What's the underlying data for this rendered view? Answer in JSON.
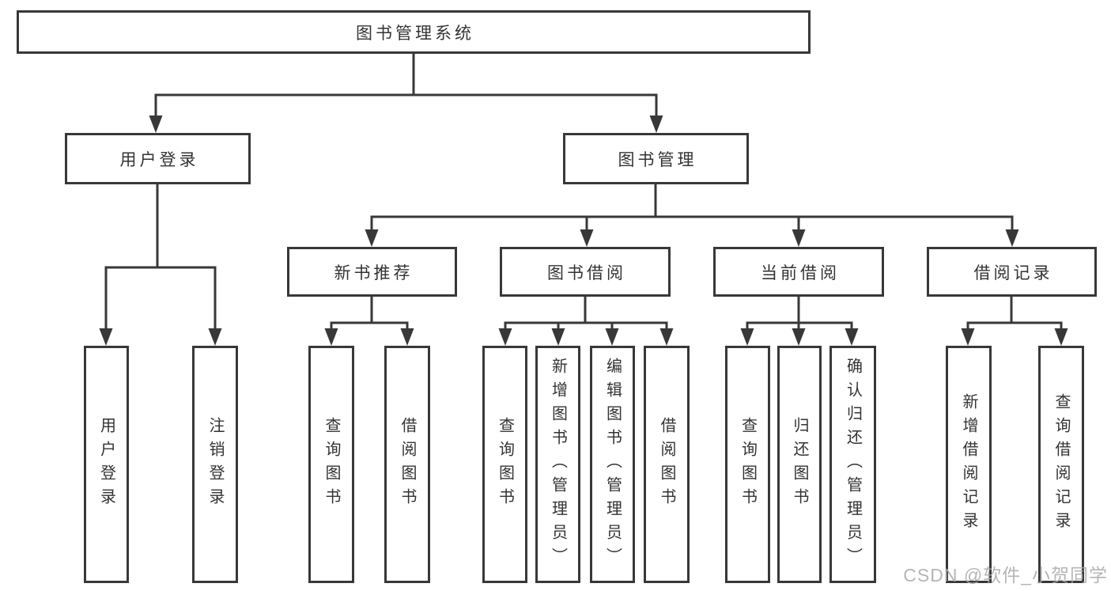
{
  "diagram": {
    "root": {
      "label": "图书管理系统"
    },
    "level2": [
      {
        "label": "用户登录"
      },
      {
        "label": "图书管理"
      }
    ],
    "level3": [
      {
        "label": "新书推荐"
      },
      {
        "label": "图书借阅"
      },
      {
        "label": "当前借阅"
      },
      {
        "label": "借阅记录"
      }
    ],
    "leaves": [
      {
        "label": "用户登录"
      },
      {
        "label": "注销登录"
      },
      {
        "label": "查询图书"
      },
      {
        "label": "借阅图书"
      },
      {
        "label": "查询图书"
      },
      {
        "label": "新增图书（管理员）"
      },
      {
        "label": "编辑图书（管理员）"
      },
      {
        "label": "借阅图书"
      },
      {
        "label": "查询图书"
      },
      {
        "label": "归还图书"
      },
      {
        "label": "确认归还（管理员）"
      },
      {
        "label": "新增借阅记录"
      },
      {
        "label": "查询借阅记录"
      }
    ]
  },
  "watermark": {
    "text": "CSDN @软件_小贺同学"
  },
  "colors": {
    "line": "#383838",
    "text": "#333333",
    "watermark": "#a9a9a9",
    "background": "#ffffff"
  }
}
